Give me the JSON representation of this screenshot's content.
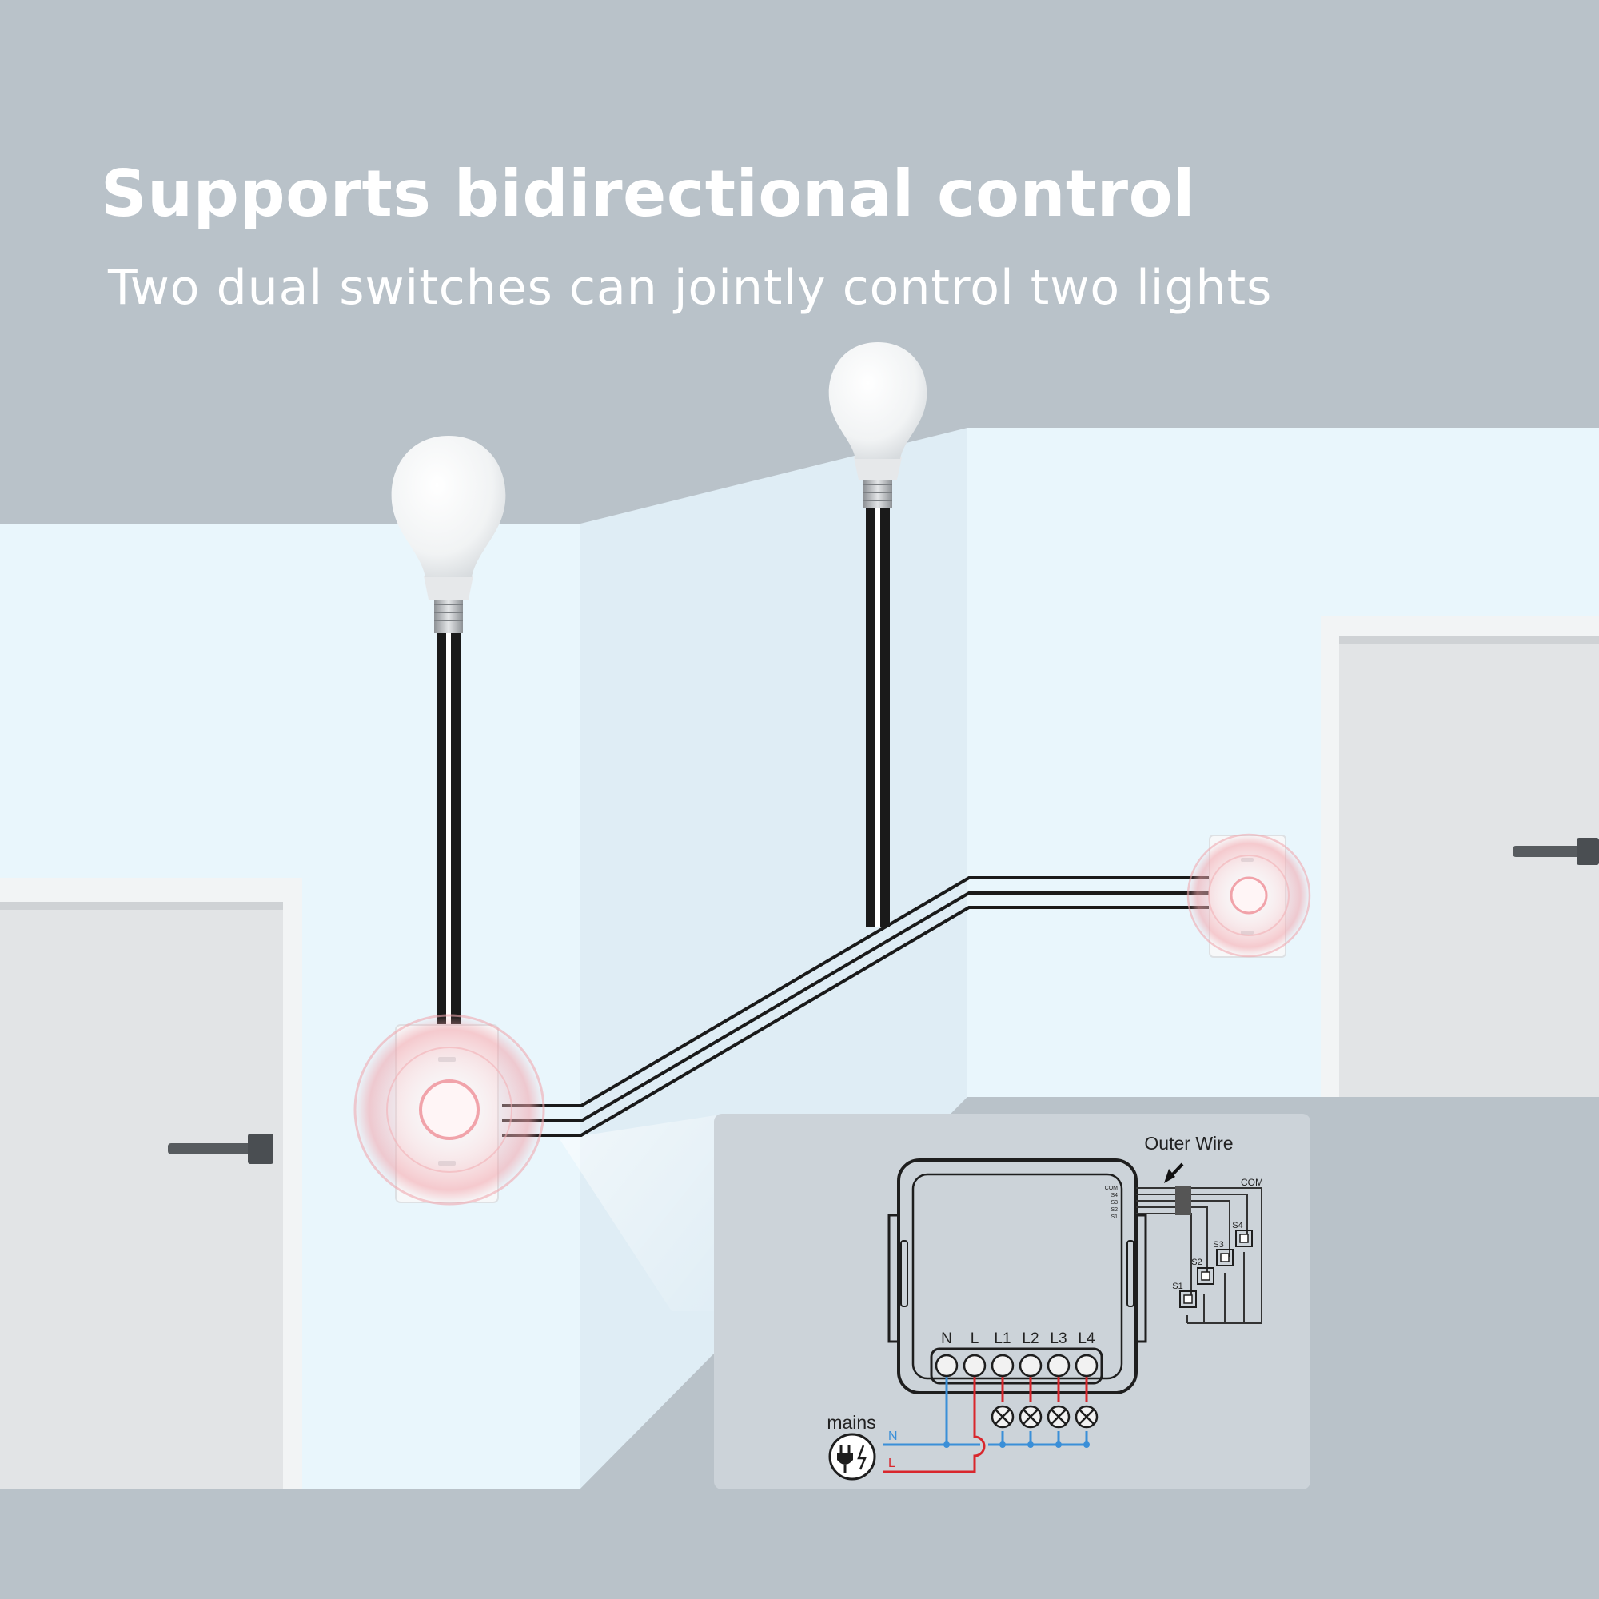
{
  "headline": "Supports bidirectional control",
  "subheadline": "Two dual switches can jointly control two lights",
  "diagram": {
    "outer_wire_label": "Outer Wire",
    "module_ports": [
      "COM",
      "S4",
      "S3",
      "S2",
      "S1"
    ],
    "com_label": "COM",
    "switch_labels": [
      "S1",
      "S2",
      "S3",
      "S4"
    ],
    "terminals": [
      "N",
      "L",
      "L1",
      "L2",
      "L3",
      "L4"
    ],
    "mains_label": "mains",
    "mains_n": "N",
    "mains_l": "L"
  },
  "colors": {
    "background": "#b9c2c9",
    "wall": "#e9f5fb",
    "neutral_wire": "#3a8fd8",
    "live_wire": "#d9262c",
    "switch_glow": "#f3a3aa"
  },
  "icons": [
    "light-bulb-icon",
    "wall-switch-icon",
    "door-handle-icon",
    "plug-icon",
    "lamp-load-icon"
  ]
}
